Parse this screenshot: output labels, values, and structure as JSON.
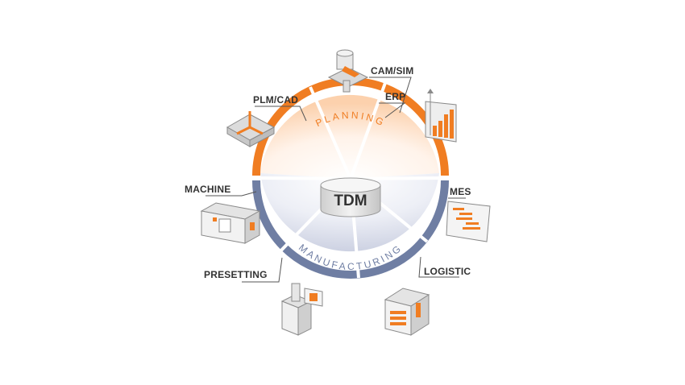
{
  "center": {
    "label": "TDM"
  },
  "ring": {
    "planning": "PLANNING",
    "manufacturing": "MANUFACTURING"
  },
  "nodes": {
    "cam_sim": "CAM/SIM",
    "erp": "ERP",
    "plm_cad": "PLM/CAD",
    "mes": "MES",
    "machine": "MACHINE",
    "logistic": "LOGISTIC",
    "presetting": "PRESETTING"
  },
  "colors": {
    "planning": "#f07d22",
    "manufacturing": "#6f7ea3",
    "label": "#333333"
  }
}
